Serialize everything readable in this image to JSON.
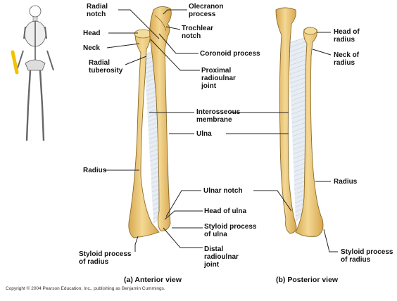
{
  "anterior": {
    "title": "(a) Anterior view",
    "labels": {
      "radial_notch": "Radial\nnotch",
      "head": "Head",
      "neck": "Neck",
      "radial_tuberosity": "Radial\ntuberosity",
      "radius": "Radius",
      "styloid_process_radius": "Styloid process\nof radius",
      "olecranon_process": "Olecranon\nprocess",
      "trochlear_notch": "Trochlear\nnotch",
      "coronoid_process": "Coronoid process",
      "proximal_radioulnar_joint": "Proximal\nradioulnar\njoint",
      "interosseous_membrane": "Interosseous\nmembrane",
      "ulna": "Ulna",
      "ulnar_notch": "Ulnar notch",
      "head_of_ulna": "Head of ulna",
      "styloid_process_ulna": "Styloid process\nof ulna",
      "distal_radioulnar_joint": "Distal\nradioulnar\njoint"
    }
  },
  "posterior": {
    "title": "(b) Posterior view",
    "labels": {
      "head_of_radius": "Head of\nradius",
      "neck_of_radius": "Neck of\nradius",
      "radius": "Radius",
      "styloid_process_radius": "Styloid process\nof radius"
    }
  },
  "copyright": "Copyright © 2004 Pearson Education, Inc., publishing as Benjamin Cummings.",
  "colors": {
    "bone_fill": "#f0d08a",
    "bone_shade": "#d9a94f",
    "bone_outline": "#8a6a2a",
    "membrane": "#dfe6ef",
    "skeleton_highlight": "#f2c200"
  }
}
